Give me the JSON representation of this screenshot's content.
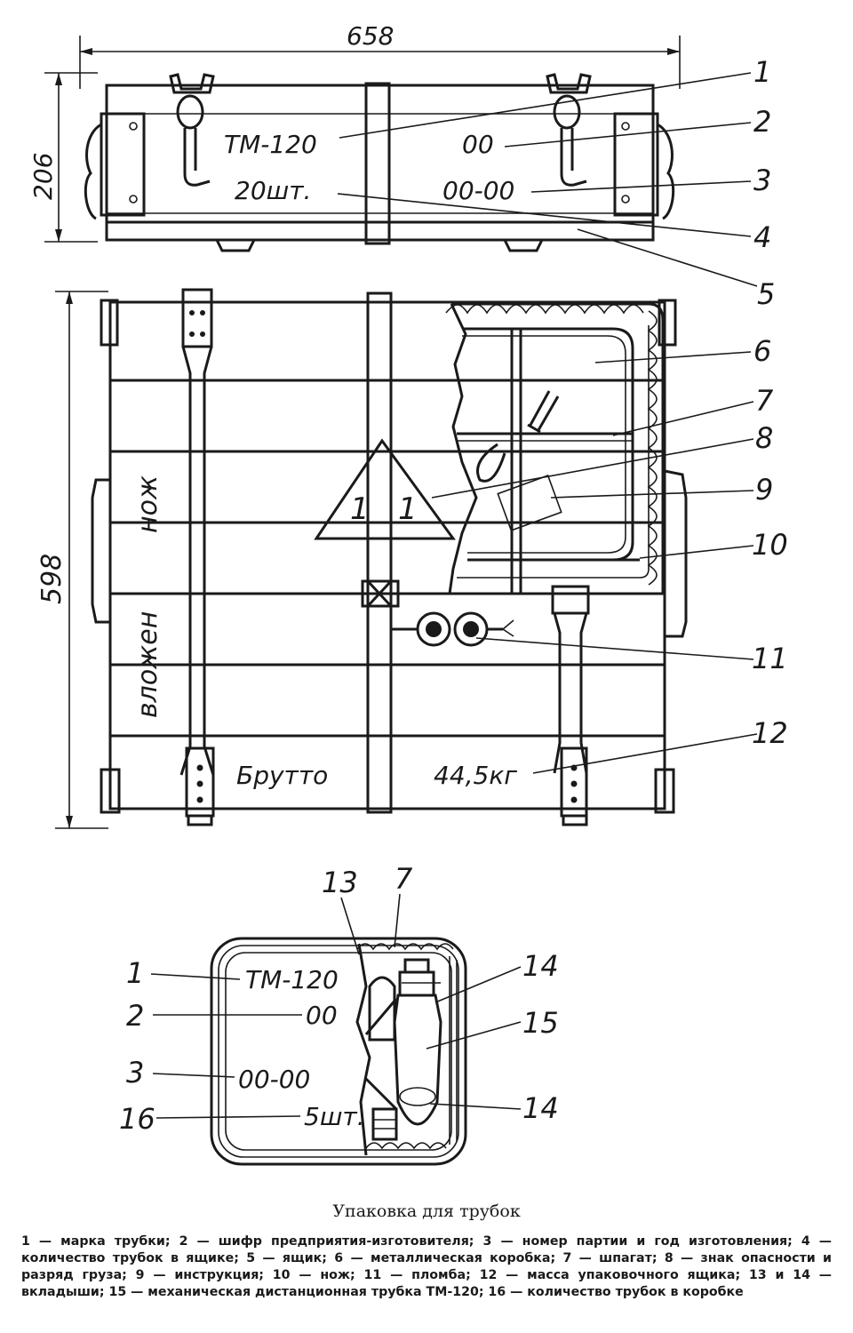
{
  "dimensions": {
    "width": "658",
    "height_top": "206",
    "height_front": "598"
  },
  "top_view": {
    "mark": "ТМ-120",
    "code": "00",
    "batch": "00-00",
    "count": "20шт."
  },
  "front_view": {
    "side_text_1": "нож",
    "side_text_2": "вложен",
    "hazard_left": "1",
    "hazard_right": "1",
    "gross_label": "Брутто",
    "gross_value": "44,5кг"
  },
  "small_box": {
    "mark": "ТМ-120",
    "code": "00",
    "batch": "00-00",
    "count": "5шт."
  },
  "callouts": {
    "n1": "1",
    "n2": "2",
    "n3": "3",
    "n4": "4",
    "n5": "5",
    "n6": "6",
    "n7": "7",
    "n8": "8",
    "n9": "9",
    "n10": "10",
    "n11": "11",
    "n12": "12",
    "n13": "13",
    "n14": "14",
    "n15": "15",
    "n16": "16"
  },
  "caption": {
    "title": "Упаковка для трубок",
    "text": "1 — марка трубки; 2 — шифр предприятия-изготовителя; 3 — номер партии и год изготовления; 4 — количество трубок в ящике; 5 — ящик; 6 — металлическая коробка; 7 — шпагат; 8 — знак опасности и разряд груза; 9 — инструкция; 10 — нож; 11 — пломба; 12 — масса упаковочного ящика; 13 и 14 — вкладыши; 15 — механическая дистанционная трубка ТМ-120; 16 — количество трубок в коробке"
  }
}
